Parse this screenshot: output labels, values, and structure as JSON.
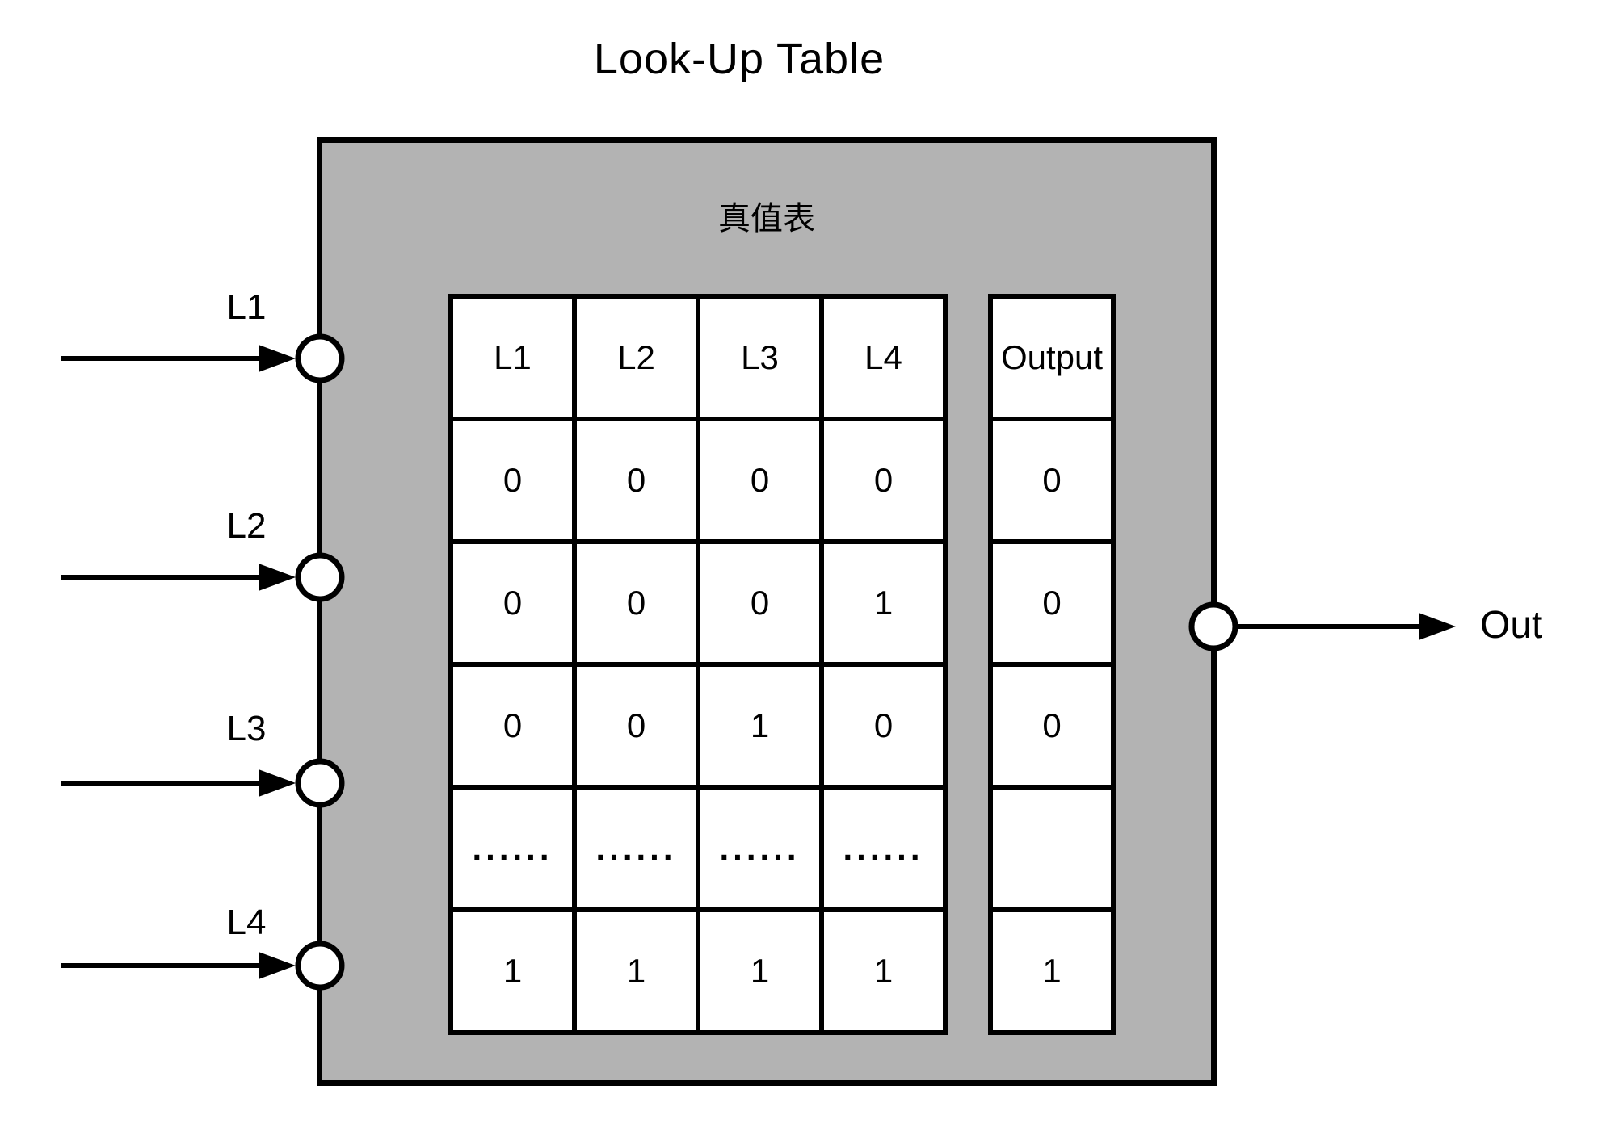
{
  "diagram": {
    "title": "Look-Up Table",
    "box_label": "真值表",
    "inputs": [
      {
        "label": "L1"
      },
      {
        "label": "L2"
      },
      {
        "label": "L3"
      },
      {
        "label": "L4"
      }
    ],
    "output": {
      "label": "Out"
    },
    "truth_table": {
      "headers": [
        "L1",
        "L2",
        "L3",
        "L4"
      ],
      "rows": [
        [
          "0",
          "0",
          "0",
          "0"
        ],
        [
          "0",
          "0",
          "0",
          "1"
        ],
        [
          "0",
          "0",
          "1",
          "0"
        ],
        [
          "......",
          "......",
          "......",
          "......"
        ],
        [
          "1",
          "1",
          "1",
          "1"
        ]
      ],
      "output_header": "Output",
      "output_values": [
        "0",
        "0",
        "0",
        "",
        "1"
      ]
    },
    "colors": {
      "box_fill": "#b3b3b3",
      "stroke": "#000000",
      "cell_fill": "#ffffff"
    }
  }
}
